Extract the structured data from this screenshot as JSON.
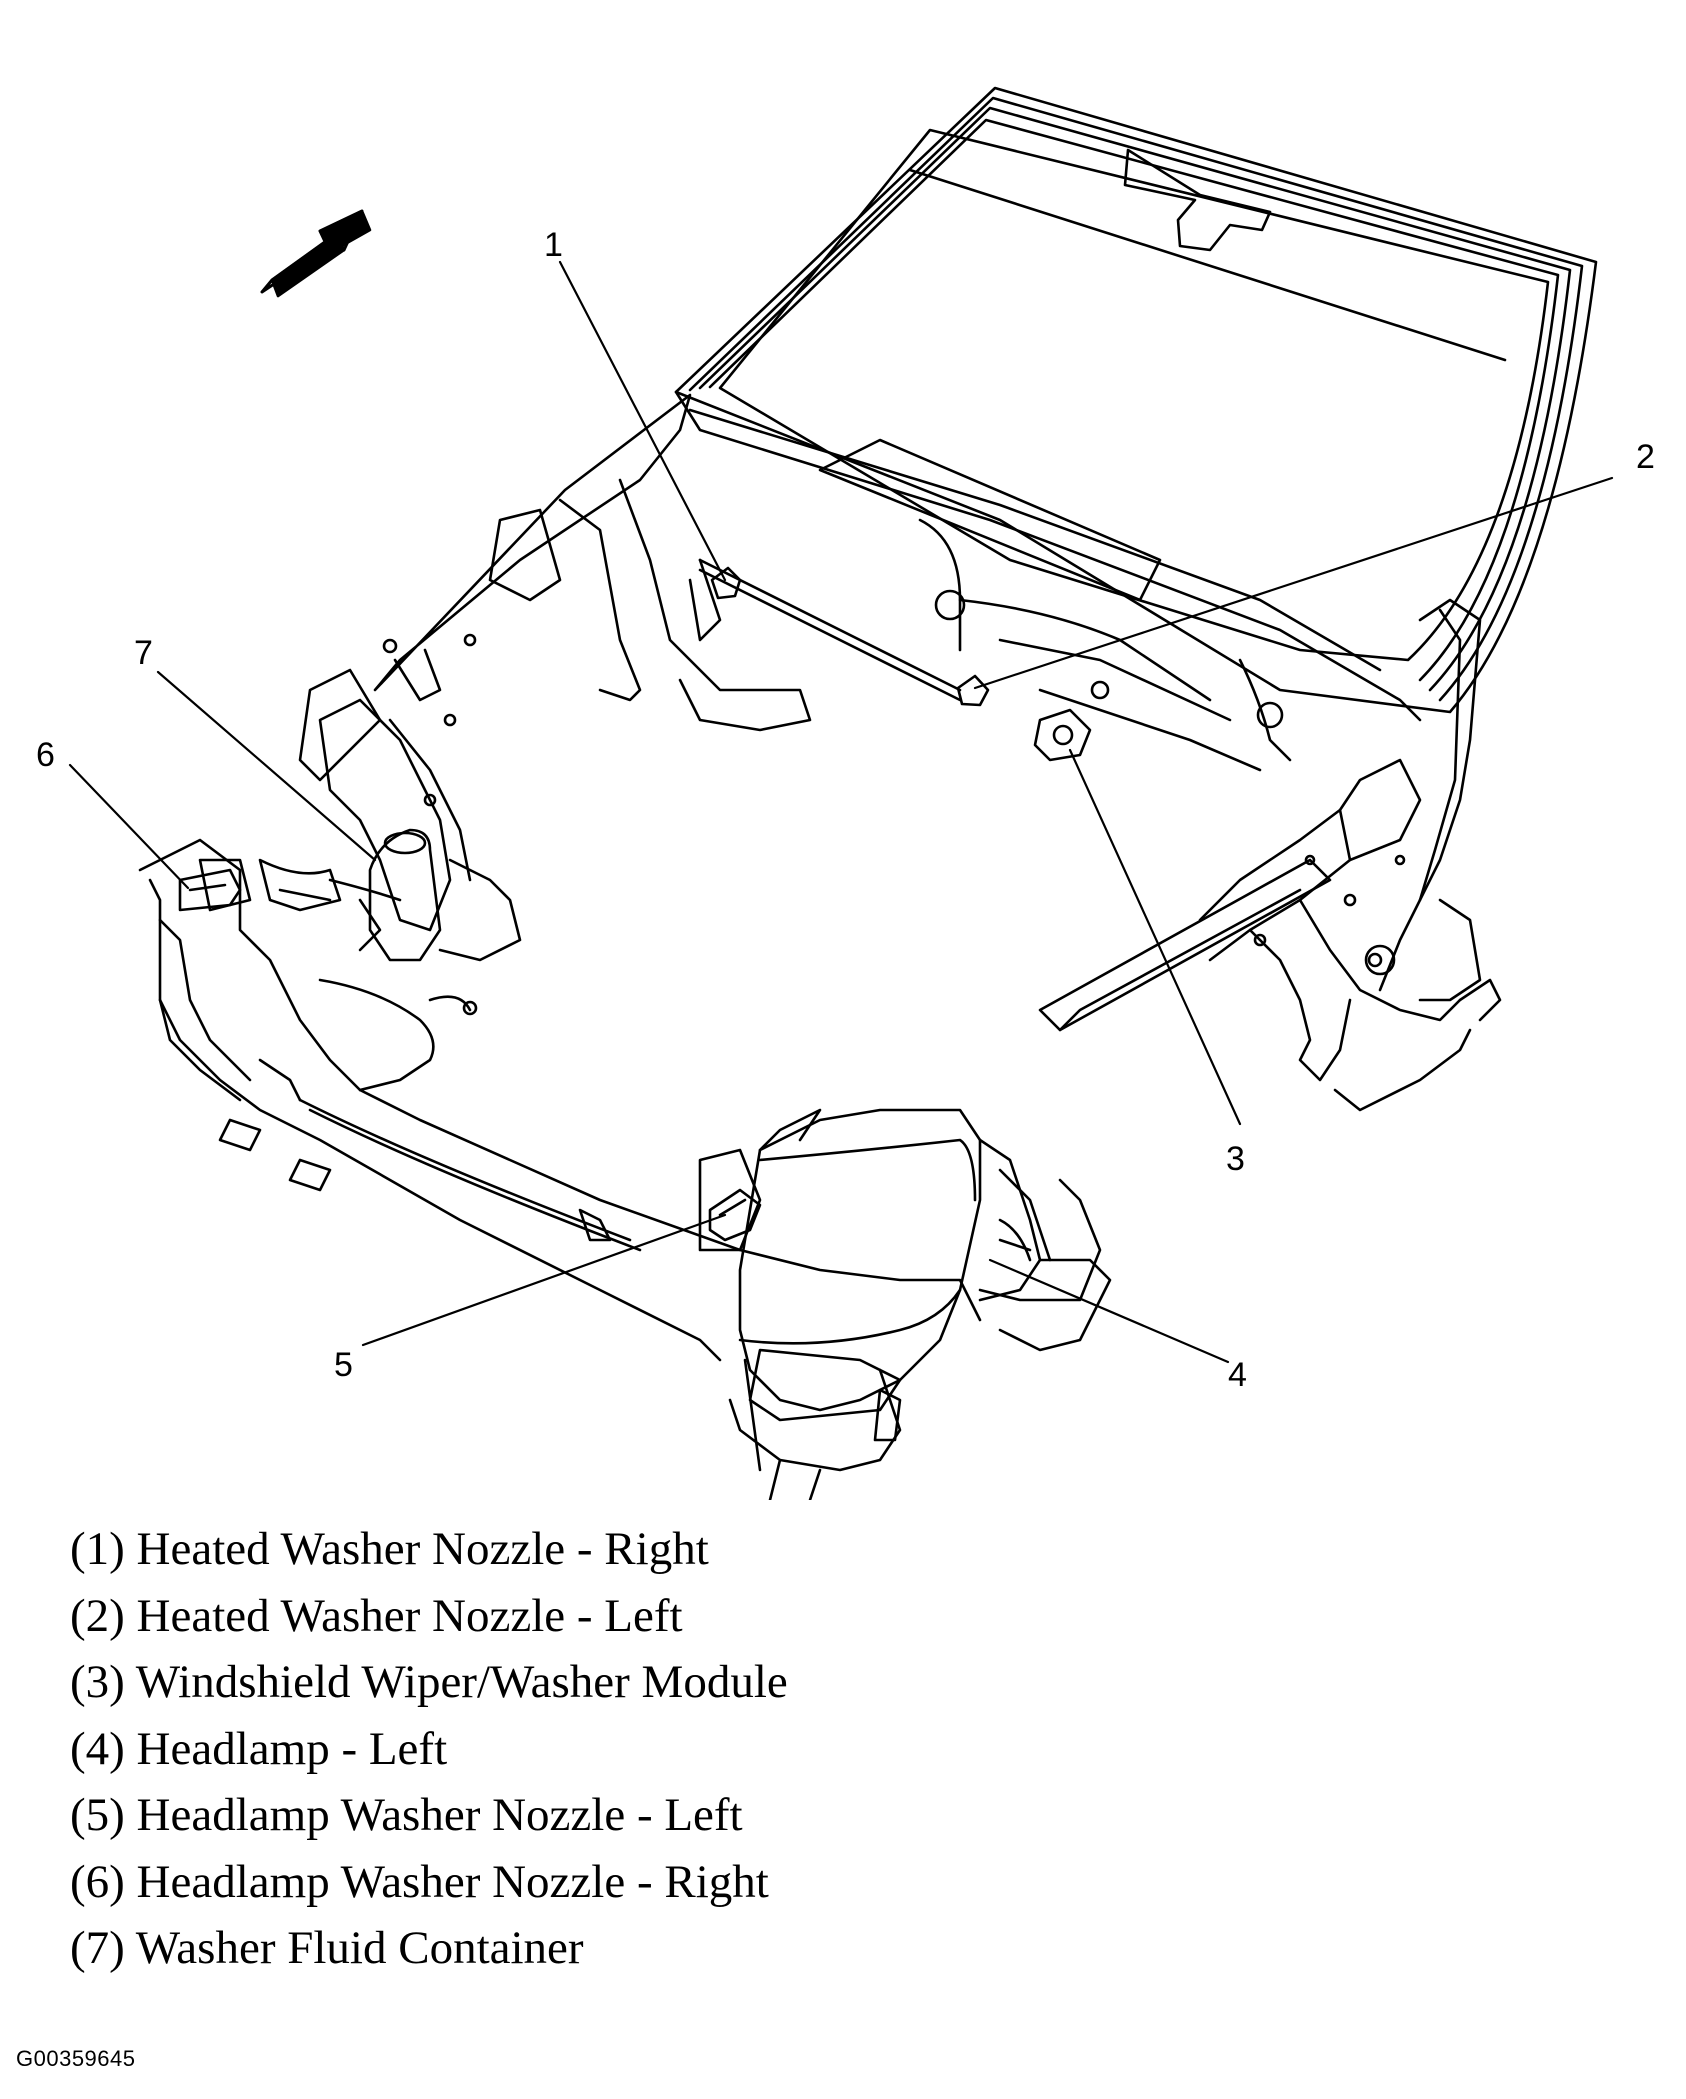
{
  "callouts": [
    {
      "number": "1"
    },
    {
      "number": "2"
    },
    {
      "number": "3"
    },
    {
      "number": "4"
    },
    {
      "number": "5"
    },
    {
      "number": "6"
    },
    {
      "number": "7"
    }
  ],
  "legend": [
    {
      "label": "(1) Heated Washer Nozzle - Right"
    },
    {
      "label": "(2) Heated Washer Nozzle - Left"
    },
    {
      "label": "(3) Windshield Wiper/Washer Module"
    },
    {
      "label": "(4) Headlamp - Left"
    },
    {
      "label": "(5) Headlamp Washer Nozzle - Left"
    },
    {
      "label": "(6) Headlamp Washer Nozzle - Right"
    },
    {
      "label": "(7) Washer Fluid Container"
    }
  ],
  "figure_id": "G00359645",
  "icons": {
    "direction_arrow": "forward-direction-arrow-icon"
  }
}
